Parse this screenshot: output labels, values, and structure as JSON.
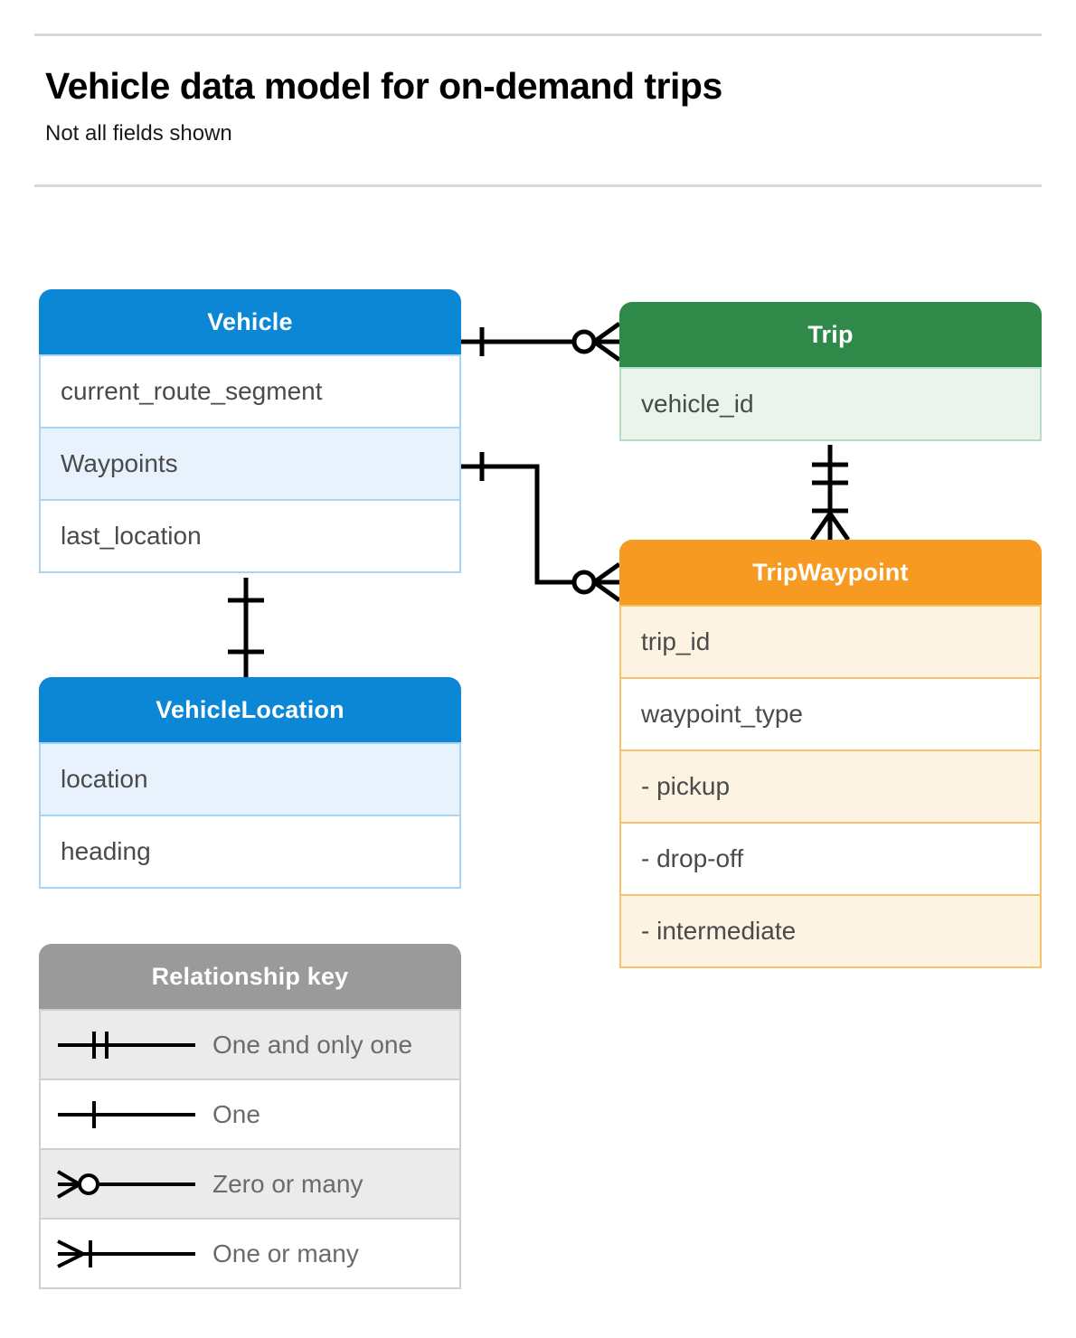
{
  "header": {
    "title": "Vehicle data model for on-demand trips",
    "subtitle": "Not all fields shown"
  },
  "colors": {
    "blue": "#0b87d5",
    "blue_row": "#e8f2fc",
    "green": "#2f8a49",
    "green_row": "#eaf4ec",
    "orange": "#f79a21",
    "orange_row": "#fdf3e3",
    "gray": "#9a9a9a",
    "gray_row": "#ebebeb",
    "line": "#000000"
  },
  "entities": {
    "vehicle": {
      "name": "Vehicle",
      "fields": [
        {
          "label": "current_route_segment",
          "highlighted": false
        },
        {
          "label": "Waypoints",
          "highlighted": true
        },
        {
          "label": "last_location",
          "highlighted": false
        }
      ]
    },
    "trip": {
      "name": "Trip",
      "fields": [
        {
          "label": "vehicle_id",
          "highlighted": true
        }
      ]
    },
    "tripwaypoint": {
      "name": "TripWaypoint",
      "fields": [
        {
          "label": "trip_id",
          "highlighted": true
        },
        {
          "label": "waypoint_type",
          "highlighted": false
        },
        {
          "label": "-  pickup",
          "highlighted": true
        },
        {
          "label": "-  drop-off",
          "highlighted": false
        },
        {
          "label": "-  intermediate",
          "highlighted": true
        }
      ]
    },
    "vehiclelocation": {
      "name": "VehicleLocation",
      "fields": [
        {
          "label": "location",
          "highlighted": true
        },
        {
          "label": "heading",
          "highlighted": false
        }
      ]
    }
  },
  "legend": {
    "title": "Relationship key",
    "items": [
      {
        "symbol": "one-and-only-one-symbol",
        "label": "One and only one"
      },
      {
        "symbol": "one-symbol",
        "label": "One"
      },
      {
        "symbol": "zero-or-many-symbol",
        "label": "Zero or many"
      },
      {
        "symbol": "one-or-many-symbol",
        "label": "One or many"
      }
    ]
  },
  "relationships": [
    {
      "from": "Vehicle",
      "to": "Trip",
      "from_cardinality": "One",
      "to_cardinality": "Zero or many"
    },
    {
      "from": "Vehicle.Waypoints",
      "to": "TripWaypoint",
      "from_cardinality": "One",
      "to_cardinality": "Zero or many"
    },
    {
      "from": "Trip",
      "to": "TripWaypoint",
      "from_cardinality": "One and only one",
      "to_cardinality": "One or many"
    },
    {
      "from": "Vehicle",
      "to": "VehicleLocation",
      "from_cardinality": "One",
      "to_cardinality": "One"
    }
  ]
}
